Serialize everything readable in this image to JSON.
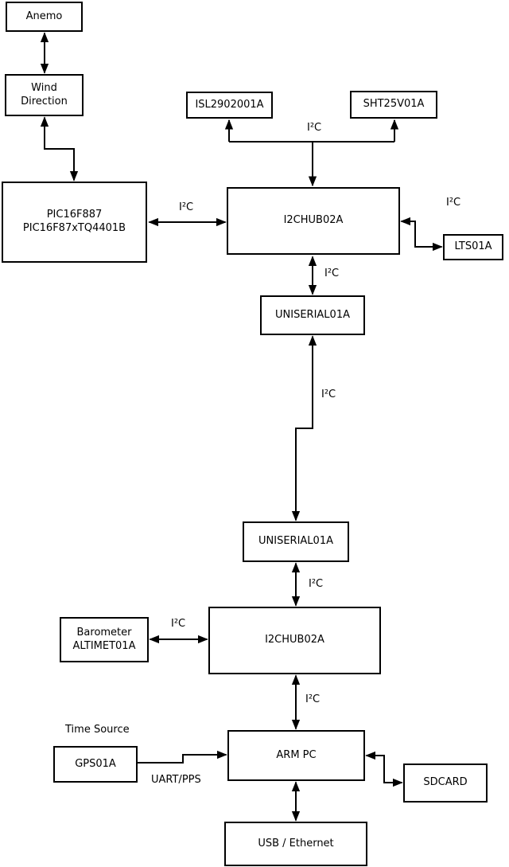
{
  "nodes": {
    "anemo": {
      "label": "Anemo"
    },
    "wind_direction": {
      "line1": "Wind",
      "line2": "Direction"
    },
    "pic": {
      "line1": "PIC16F887",
      "line2": "PIC16F87xTQ4401B"
    },
    "isl": {
      "label": "ISL2902001A"
    },
    "sht": {
      "label": "SHT25V01A"
    },
    "hub1": {
      "label": "I2CHUB02A"
    },
    "lts": {
      "label": "LTS01A"
    },
    "uniserial1": {
      "label": "UNISERIAL01A"
    },
    "uniserial2": {
      "label": "UNISERIAL01A"
    },
    "barometer": {
      "line1": "Barometer",
      "line2": "ALTIMET01A"
    },
    "hub2": {
      "label": "I2CHUB02A"
    },
    "armpc": {
      "label": "ARM PC"
    },
    "gps": {
      "label": "GPS01A"
    },
    "sdcard": {
      "label": "SDCARD"
    },
    "usb": {
      "label": "USB / Ethernet"
    }
  },
  "labels": {
    "i2c": "I²C",
    "uart_pps": "UART/PPS",
    "time_source": "Time Source"
  },
  "colors": {
    "line": "#000000",
    "box_fill": "#ffffff",
    "background": "#ffffff"
  }
}
